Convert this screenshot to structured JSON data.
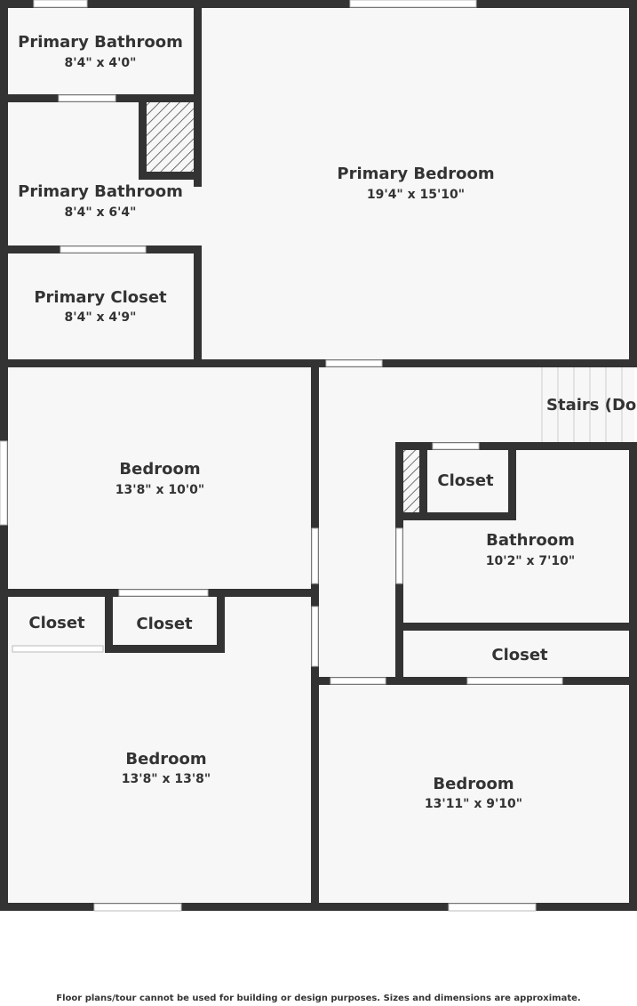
{
  "colors": {
    "wall": "#333333",
    "floor": "#f7f7f7",
    "text": "#333333",
    "opening": "#ffffff",
    "hatch": "#444444"
  },
  "rooms": {
    "primary_bath_1": {
      "name": "Primary Bathroom",
      "dim": "8'4\" x 4'0\""
    },
    "primary_bath_2": {
      "name": "Primary Bathroom",
      "dim": "8'4\" x 6'4\""
    },
    "primary_bedroom": {
      "name": "Primary Bedroom",
      "dim": "19'4\" x 15'10\""
    },
    "primary_closet": {
      "name": "Primary Closet",
      "dim": "8'4\" x 4'9\""
    },
    "bedroom_1": {
      "name": "Bedroom",
      "dim": "13'8\" x 10'0\""
    },
    "stairs": {
      "name": "Stairs (Down)"
    },
    "closet_hall": {
      "name": "Closet"
    },
    "bathroom": {
      "name": "Bathroom",
      "dim": "10'2\" x 7'10\""
    },
    "closet_a": {
      "name": "Closet"
    },
    "closet_b": {
      "name": "Closet"
    },
    "closet_c": {
      "name": "Closet"
    },
    "bedroom_2": {
      "name": "Bedroom",
      "dim": "13'8\" x 13'8\""
    },
    "bedroom_3": {
      "name": "Bedroom",
      "dim": "13'11\" x 9'10\""
    }
  },
  "disclaimer": "Floor plans/tour cannot be used for building or design purposes. Sizes and dimensions are approximate."
}
